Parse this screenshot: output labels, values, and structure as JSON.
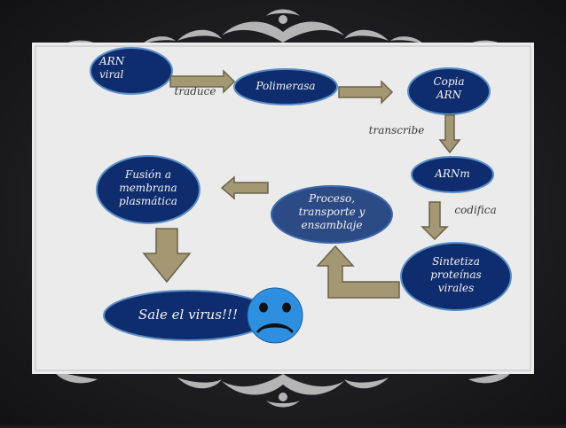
{
  "colors": {
    "background": "#1b1b20",
    "panel": "#ebebeb",
    "node_fill": "#0f2d6e",
    "node_stroke": "#5a8fc7",
    "process_fill": "#2c4a85",
    "arrow_fill": "#a39873",
    "arrow_stroke": "#6b6247",
    "face_fill": "#2e8fe0"
  },
  "nodes": {
    "arn_viral": "ARN\nviral",
    "polimerasa": "Polimerasa",
    "copia_arn": "Copia\nARN",
    "arnm": "ARNm",
    "sintetiza": "Sintetiza\nproteínas\nvirales",
    "proceso": "Proceso,\ntransporte y\nensamblaje",
    "fusion": "Fusión a\nmembrana\nplasmática",
    "sale": "Sale el virus!!!"
  },
  "edge_labels": {
    "traduce": "traduce",
    "transcribe": "transcribe",
    "codifica": "codifica"
  },
  "icons": {
    "sad_face": "sad-face-icon"
  }
}
